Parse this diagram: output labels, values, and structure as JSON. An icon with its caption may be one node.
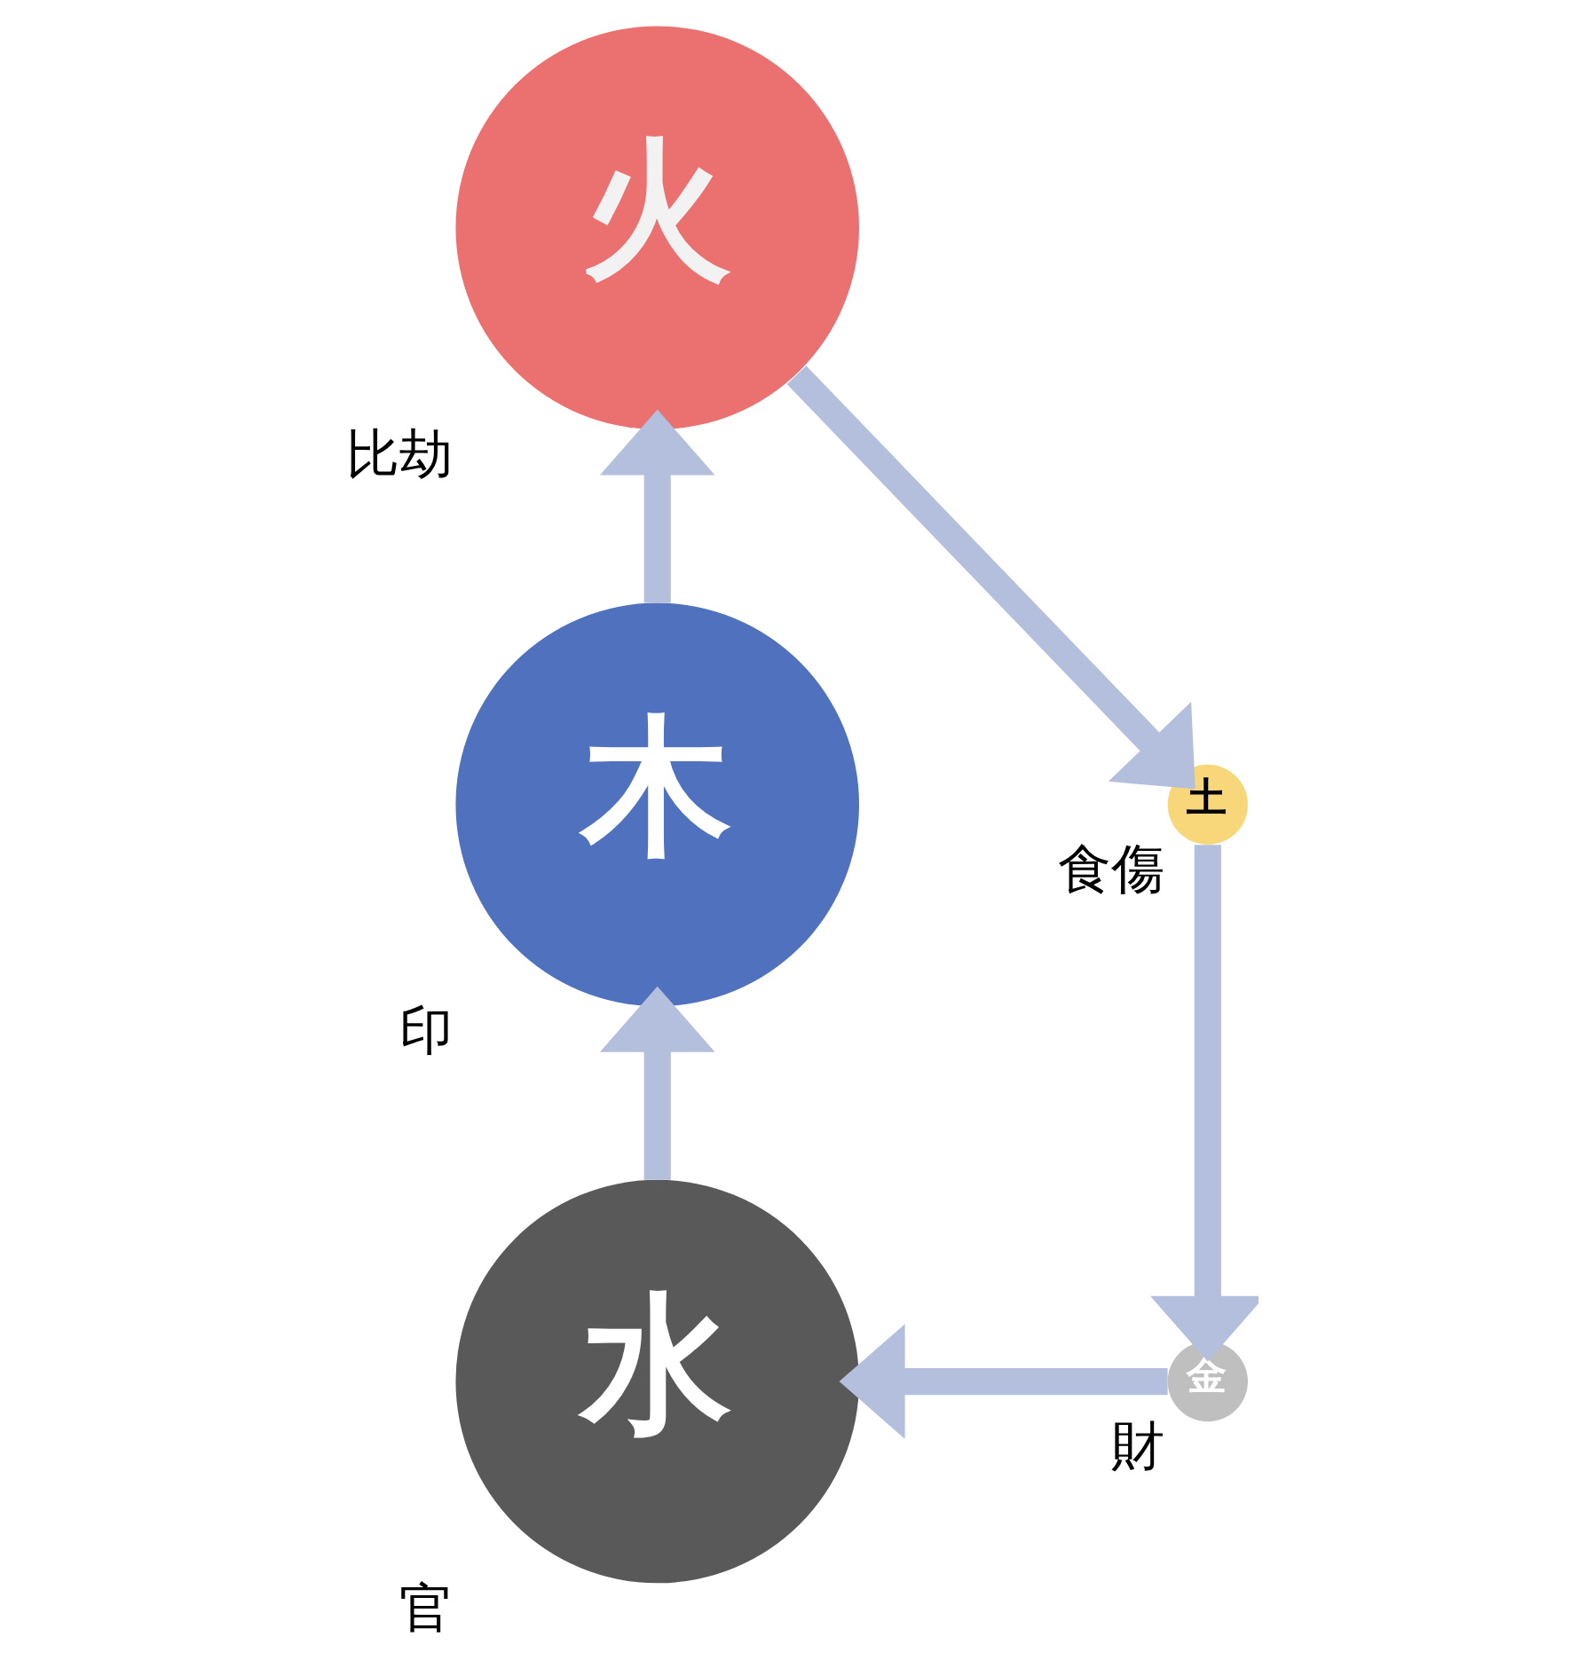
{
  "diagram": {
    "nodes": [
      {
        "text": [
          "火"
        ],
        "beside": [
          "比劫"
        ]
      },
      {
        "text": [
          "木"
        ],
        "beside": [
          "印"
        ]
      },
      {
        "text": [
          "土"
        ],
        "beside": [
          "食傷"
        ]
      },
      {
        "text": [
          "金"
        ],
        "beside": [
          "財"
        ]
      },
      {
        "text": [
          "水"
        ],
        "beside": [
          "官"
        ]
      }
    ],
    "edges": [
      {
        "from": 1,
        "to": 0,
        "arrow": "to"
      },
      {
        "from": 0,
        "to": 2,
        "arrow": "to"
      },
      {
        "from": 2,
        "to": 3,
        "arrow": "to"
      },
      {
        "from": 3,
        "to": 4,
        "arrow": "to"
      },
      {
        "from": 4,
        "to": 1,
        "arrow": "to"
      }
    ]
  }
}
